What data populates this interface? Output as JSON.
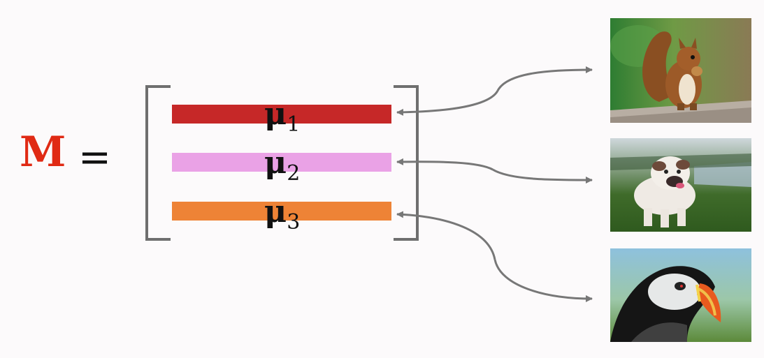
{
  "matrix": {
    "symbol": "M",
    "symbol_color": "#e02a14",
    "equals": "="
  },
  "rows": [
    {
      "base": "μ",
      "sub": "1",
      "color": "#c62828",
      "image": "squirrel"
    },
    {
      "base": "μ",
      "sub": "2",
      "color": "#eaa2e6",
      "image": "bulldog"
    },
    {
      "base": "μ",
      "sub": "3",
      "color": "#ee8336",
      "image": "puffin"
    }
  ],
  "colors": {
    "bracket": "#6f6f6f",
    "arrow": "#777777",
    "background": "#fcfafb"
  }
}
